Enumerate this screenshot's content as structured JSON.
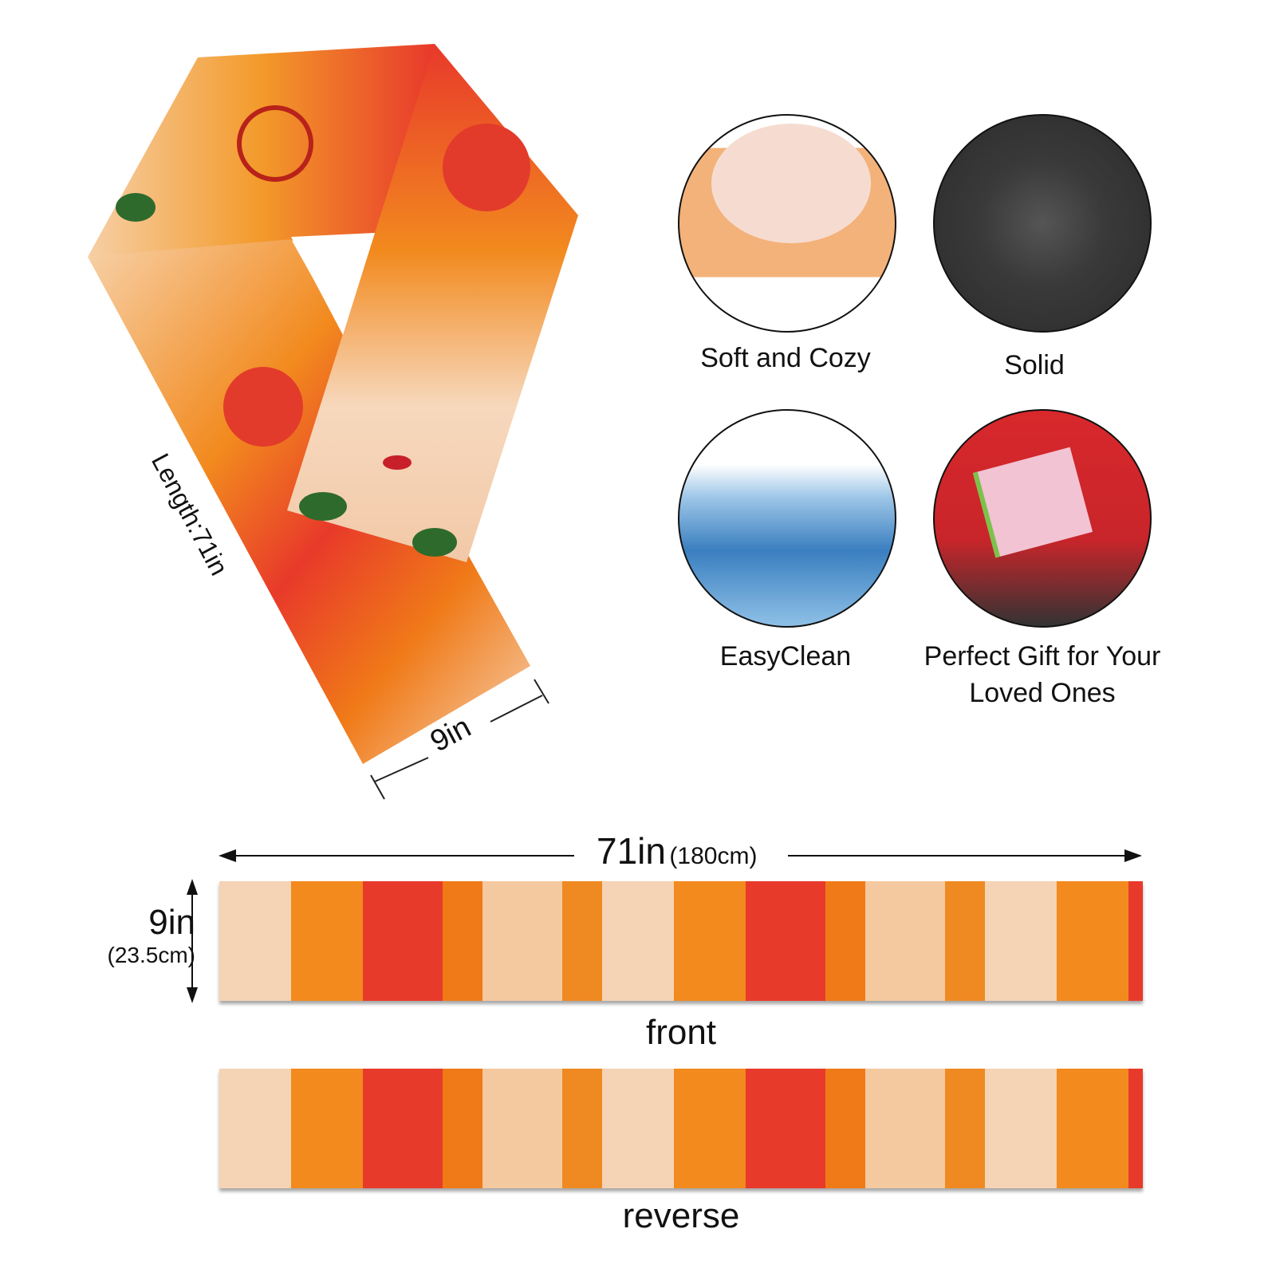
{
  "scarf": {
    "length_label": "Length:71in",
    "width_label": "9in"
  },
  "features": [
    {
      "label": "Soft and Cozy",
      "icon": "hands-on-fabric"
    },
    {
      "label": "Solid",
      "icon": "black-fabric-swirl"
    },
    {
      "label": "EasyClean",
      "icon": "water-splash"
    },
    {
      "label": "Perfect Gift for Your Loved Ones",
      "icon": "gift-box"
    }
  ],
  "dimensions": {
    "length_in": "71in",
    "length_cm": "(180cm)",
    "width_in": "9in",
    "width_cm": "(23.5cm)"
  },
  "views": {
    "front": "front",
    "reverse": "reverse"
  },
  "colors": {
    "orange": "#f28a1e",
    "red": "#e83a2a",
    "cream": "#f5d3b5"
  }
}
